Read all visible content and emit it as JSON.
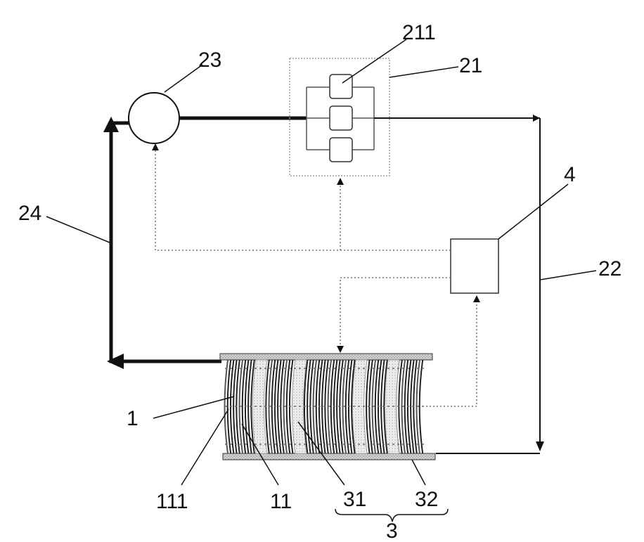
{
  "labels": {
    "l1": "1",
    "l111": "111",
    "l11": "11",
    "l31": "31",
    "l32": "32",
    "l3": "3",
    "l4": "4",
    "l21": "21",
    "l211": "211",
    "l22": "22",
    "l23": "23",
    "l24": "24"
  },
  "colors": {
    "line": "#111111",
    "dotted_box": "#9a9a9a",
    "control_dots": "#777777",
    "plate": "#bdbdbd",
    "spacer": "#e4e4e4",
    "fin": "#3a3a3a"
  }
}
